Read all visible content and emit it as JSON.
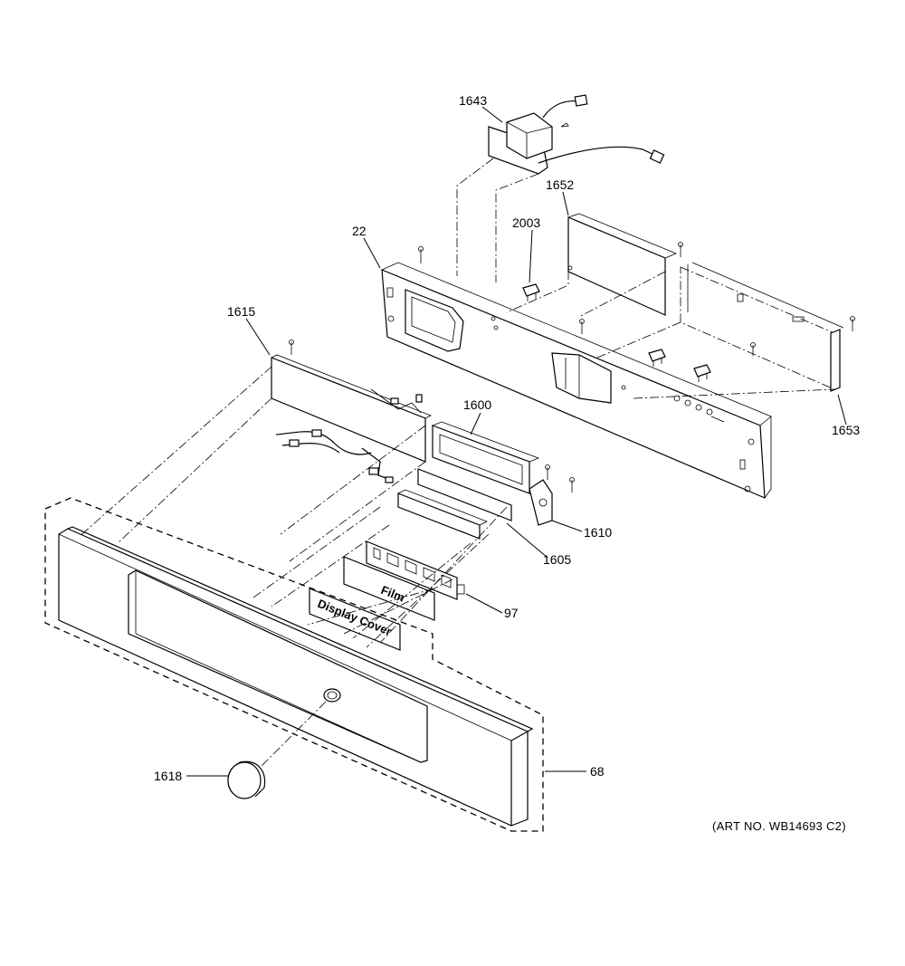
{
  "diagram": {
    "art_number": "(ART NO. WB14693 C2)",
    "parts": [
      {
        "id": "p1643",
        "label": "1643"
      },
      {
        "id": "p1652",
        "label": "1652"
      },
      {
        "id": "p2003",
        "label": "2003"
      },
      {
        "id": "p22",
        "label": "22"
      },
      {
        "id": "p1615",
        "label": "1615"
      },
      {
        "id": "p1600",
        "label": "1600"
      },
      {
        "id": "p1653",
        "label": "1653"
      },
      {
        "id": "p1610",
        "label": "1610"
      },
      {
        "id": "p1605",
        "label": "1605"
      },
      {
        "id": "p97",
        "label": "97"
      },
      {
        "id": "p1618",
        "label": "1618"
      },
      {
        "id": "p68",
        "label": "68"
      }
    ],
    "printed_labels": {
      "film": "Film",
      "display_cover": "Display Cover"
    }
  }
}
